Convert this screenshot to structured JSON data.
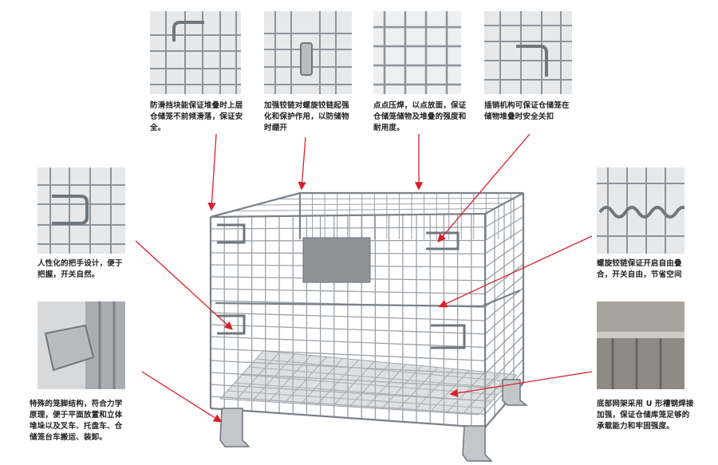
{
  "callouts": {
    "top1": "防滑挡块能保证堆叠时上层仓储笼不前倾滑落，保证安全。",
    "top2": "加强铰链对螺旋铰链起强化和保护作用，以防储物时绷开",
    "top3": "点点压焊，以点放面，保证仓储笼储物及堆叠的强度和耐用度。",
    "top4": "插销机构可保证仓储笼在储物堆叠时安全关扣",
    "left1": "人性化的把手设计，便于把握，开关自然。",
    "left2": "特殊的笼脚结构，符合力学原理，便于平面放置和立体堆垛以及叉车、托盘车、仓储笼台车搬运、装卸。",
    "right1": "螺旋铰链保证开启自由叠合，开关自由，节省空间",
    "right2": "底部网架采用 U 形槽钢焊接加强，保证仓储库笼足够的承载能力和牢固强度。"
  },
  "colors": {
    "arrow": "#d8202a",
    "wire": "#9aa0a6",
    "plate": "#8f9296"
  }
}
